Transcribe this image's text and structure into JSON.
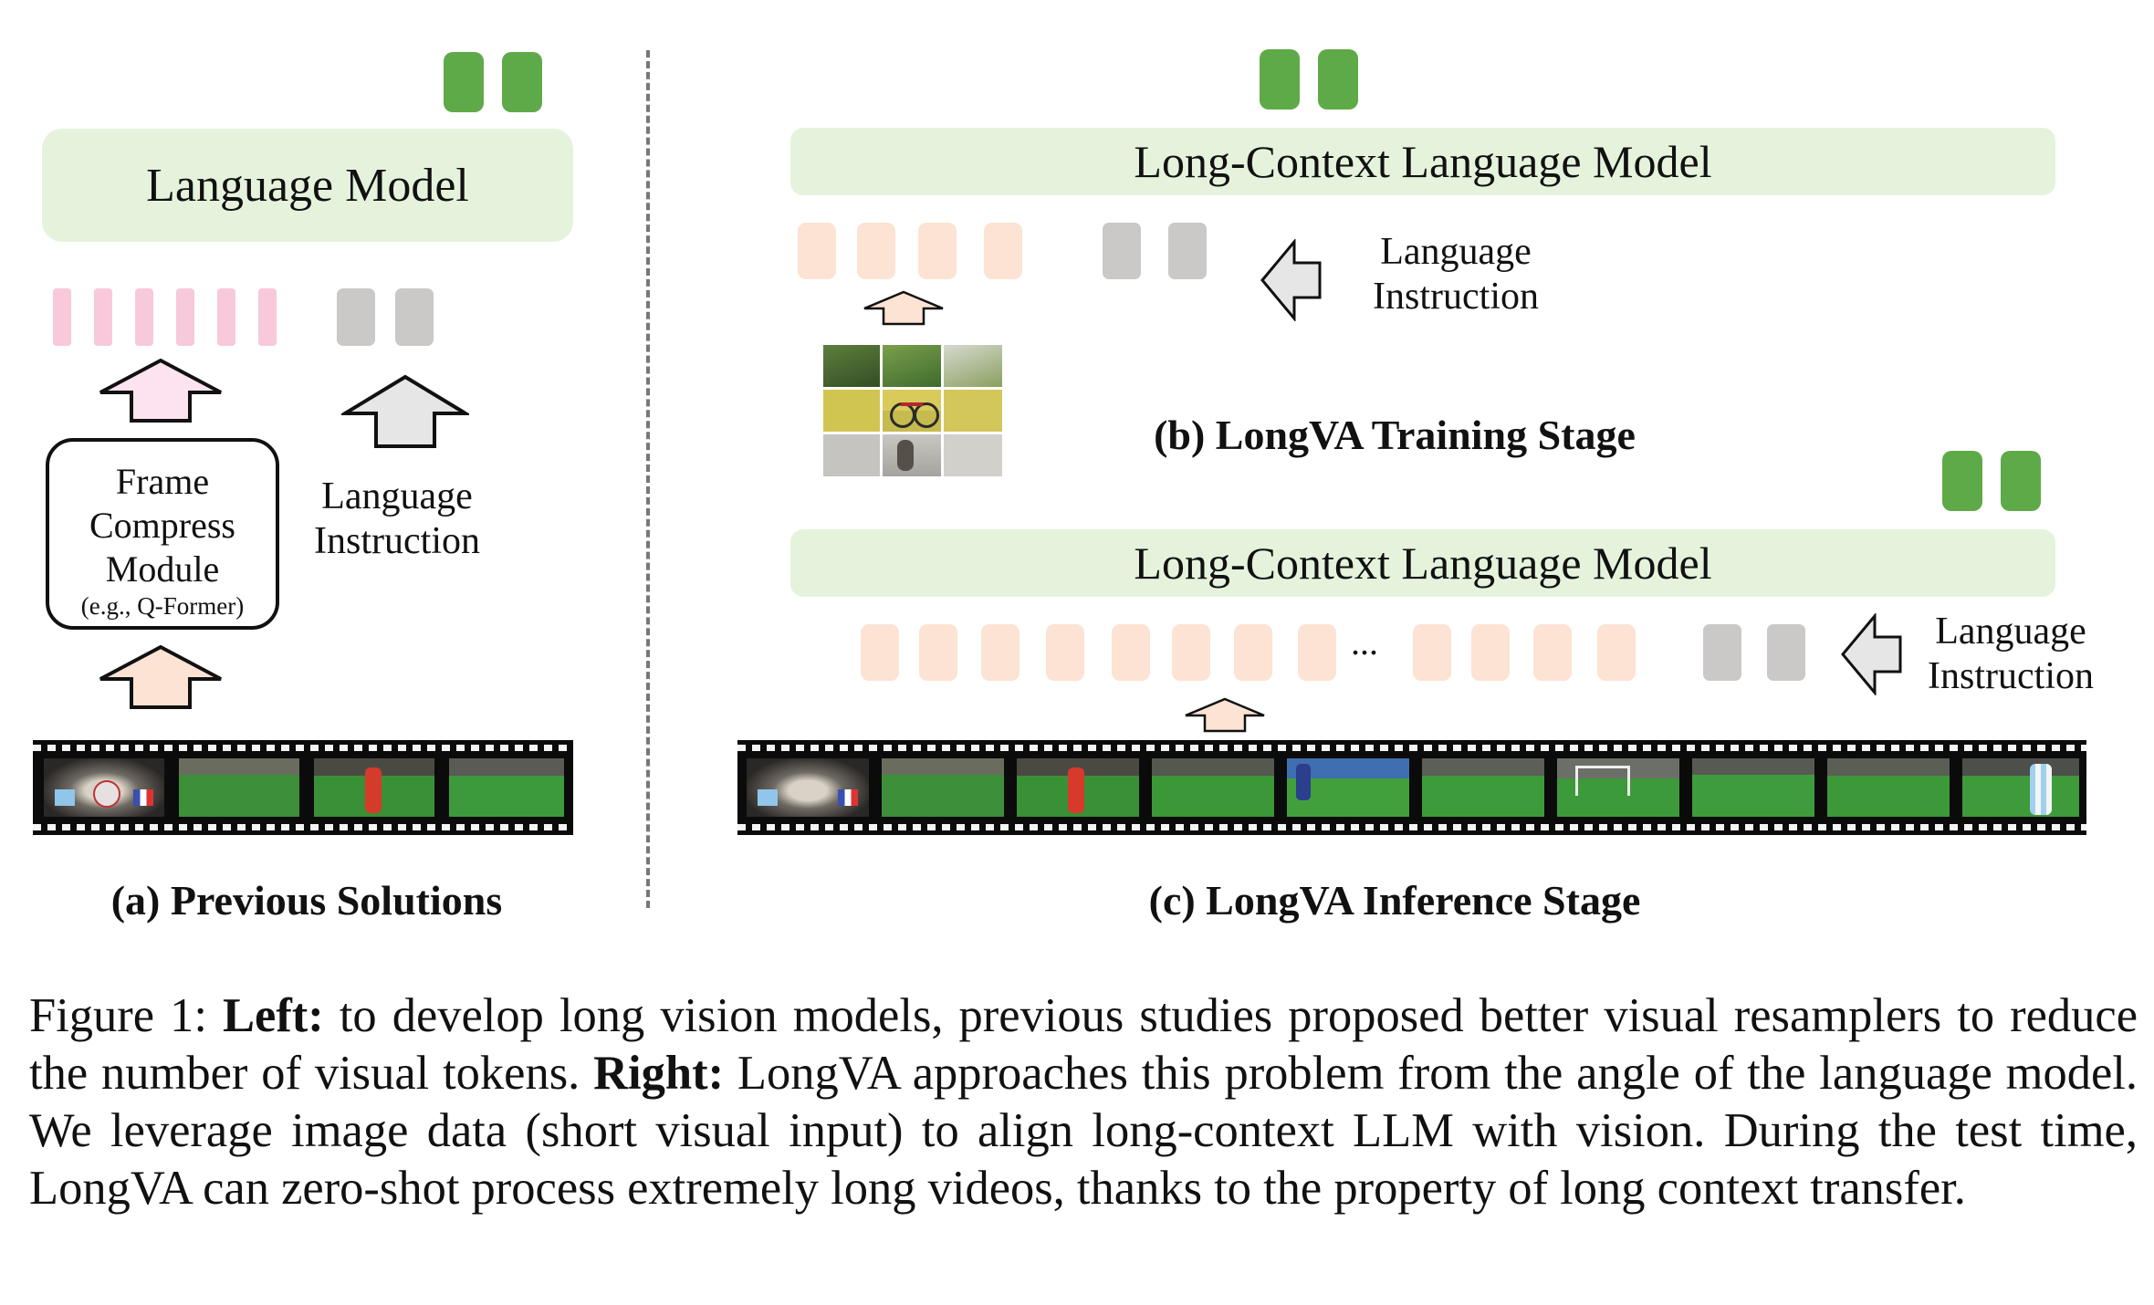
{
  "left": {
    "lm_label": "Language Model",
    "compress_lines": [
      "Frame",
      "Compress",
      "Module"
    ],
    "compress_example": "(e.g., Q-Former)",
    "instr_line1": "Language",
    "instr_line2": "Instruction",
    "caption": "(a) Previous Solutions"
  },
  "train": {
    "lm_label": "Long-Context Language Model",
    "instr_line1": "Language",
    "instr_line2": "Instruction",
    "caption": "(b) LongVA Training Stage"
  },
  "infer": {
    "lm_label": "Long-Context Language Model",
    "ellipsis": "...",
    "instr_line1": "Language",
    "instr_line2": "Instruction",
    "caption": "(c) LongVA Inference Stage"
  },
  "figure": {
    "prefix": "Figure 1: ",
    "left_label": "Left:",
    "left_text": " to develop long vision models, previous studies proposed better visual resamplers to reduce the number of visual tokens. ",
    "right_label": "Right:",
    "right_text": " LongVA approaches this problem from the angle of the language model. We leverage image data (short visual input) to align long-context LLM with vision. During the test time, LongVA can zero-shot process extremely long videos, thanks to the property of long context transfer."
  },
  "colors": {
    "lm_box": "#e5f3dc",
    "output_token": "#5faa48",
    "visual_token_compressed": "#f8c8db",
    "visual_token": "#fde3d3",
    "text_token": "#cbc8c8"
  }
}
